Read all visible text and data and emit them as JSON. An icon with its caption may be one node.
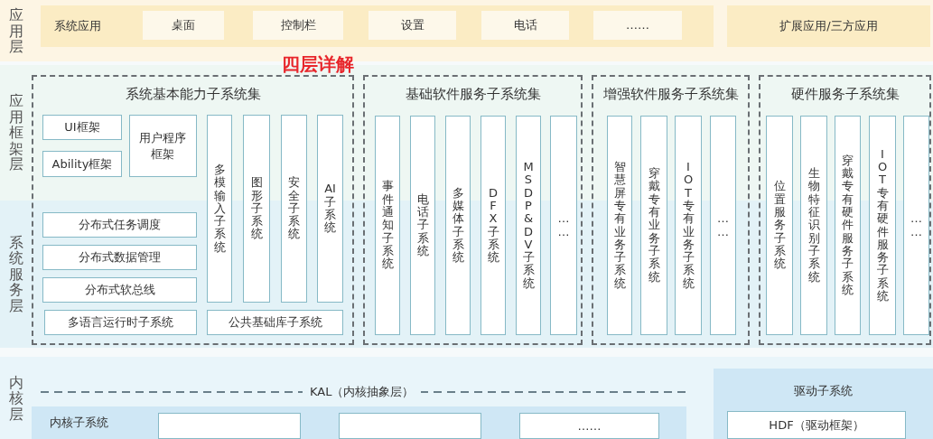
{
  "diagram": {
    "title": "四层详解",
    "nodes": [
      {
        "text": [
          "系统应用"
        ]
      },
      {
        "text": [
          "桌面"
        ],
        "in": 0
      },
      {
        "text": [
          "控制栏"
        ],
        "in": 0
      },
      {
        "text": [
          "设置"
        ],
        "in": 0
      },
      {
        "text": [
          "电话"
        ],
        "in": 0
      },
      {
        "text": [
          "……"
        ],
        "in": 0
      },
      {
        "text": [
          "扩展应用/三方应用"
        ]
      },
      {
        "text": [
          "系统基本能力子系统集"
        ]
      },
      {
        "text": [
          "UI框架"
        ],
        "in": 7
      },
      {
        "text": [
          "Ability框架"
        ],
        "in": 7
      },
      {
        "text": [
          "用户程序框架"
        ],
        "in": 7
      },
      {
        "text": [
          "多模输入子系统"
        ],
        "in": 7
      },
      {
        "text": [
          "图形子系统"
        ],
        "in": 7
      },
      {
        "text": [
          "安全子系统"
        ],
        "in": 7
      },
      {
        "text": [
          "AI子系统"
        ],
        "in": 7
      },
      {
        "text": [
          "分布式任务调度"
        ],
        "in": 7
      },
      {
        "text": [
          "分布式数据管理"
        ],
        "in": 7
      },
      {
        "text": [
          "分布式软总线"
        ],
        "in": 7
      },
      {
        "text": [
          "多语言运行时子系统"
        ],
        "in": 7
      },
      {
        "text": [
          "公共基础库子系统"
        ],
        "in": 7
      },
      {
        "text": [
          "基础软件服务子系统集"
        ]
      },
      {
        "text": [
          "事件通知子系统"
        ],
        "in": 20
      },
      {
        "text": [
          "电话子系统"
        ],
        "in": 20
      },
      {
        "text": [
          "多媒体子系统"
        ],
        "in": 20
      },
      {
        "text": [
          "DFX子系统"
        ],
        "in": 20
      },
      {
        "text": [
          "MSDP&DV子系统"
        ],
        "in": 20
      },
      {
        "text": [
          "……"
        ],
        "in": 20
      },
      {
        "text": [
          "增强软件服务子系统集"
        ]
      },
      {
        "text": [
          "智慧屏专有业务子系统"
        ],
        "in": 27
      },
      {
        "text": [
          "穿戴专有业务子系统"
        ],
        "in": 27
      },
      {
        "text": [
          "IOT专有业务子系统"
        ],
        "in": 27
      },
      {
        "text": [
          "……"
        ],
        "in": 27
      },
      {
        "text": [
          "硬件服务子系统集"
        ]
      },
      {
        "text": [
          "位置服务子系统"
        ],
        "in": 32
      },
      {
        "text": [
          "生物特征识别子系统"
        ],
        "in": 32
      },
      {
        "text": [
          "穿戴专有硬件服务子系统"
        ],
        "in": 32
      },
      {
        "text": [
          "IOT专有硬件服务子系统"
        ],
        "in": 32
      },
      {
        "text": [
          "……"
        ],
        "in": 32
      },
      {
        "text": [
          "内核子系统"
        ]
      },
      {
        "text": [],
        "shape": "box",
        "in": 38
      },
      {
        "text": [],
        "shape": "box",
        "in": 38
      },
      {
        "text": [
          "……"
        ],
        "in": 38
      },
      {
        "text": [
          "驱动子系统"
        ]
      },
      {
        "text": [
          "HDF（驱动框架）"
        ],
        "in": 42
      }
    ],
    "labels": [
      "应用层",
      "应用框架层",
      "系统服务层",
      "内核层",
      "KAL（内核抽象层）"
    ]
  }
}
